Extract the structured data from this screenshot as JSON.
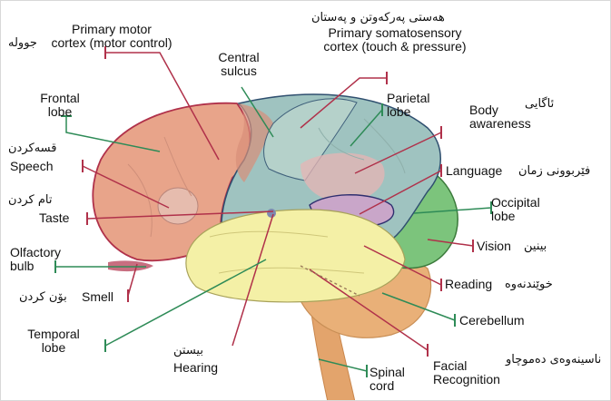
{
  "labels": {
    "primary_motor": "Primary motor",
    "primary_motor_2": "cortex (motor control)",
    "primary_motor_kur": "جوولە",
    "central_sulcus": "Central",
    "central_sulcus_2": "sulcus",
    "somatosensory_kur": "هەستی پەرکەوتن و پەستان",
    "somatosensory": "Primary somatosensory",
    "somatosensory_2": "cortex (touch & pressure)",
    "frontal": "Frontal",
    "frontal_2": "lobe",
    "parietal": "Parietal",
    "parietal_2": "lobe",
    "body": "Body",
    "body_2": "awareness",
    "body_kur": "ئاگایی",
    "speech_kur": "قسەکردن",
    "speech": "Speech",
    "language": "Language",
    "language_kur": "فێربوونی زمان",
    "taste_kur": "تام کردن",
    "taste": "Taste",
    "occipital": "Occipital",
    "occipital_2": "lobe",
    "vision": "Vision",
    "vision_kur": "بینین",
    "olfactory": "Olfactory",
    "olfactory_2": "bulb",
    "reading": "Reading",
    "reading_kur": "خوێندنەوە",
    "smell_kur": "بۆن کردن",
    "smell": "Smell",
    "cerebellum": "Cerebellum",
    "temporal": "Temporal",
    "temporal_2": "lobe",
    "hearing_kur": "بیستن",
    "hearing": "Hearing",
    "spinal": "Spinal",
    "spinal_2": "cord",
    "facial": "Facial",
    "facial_2": "Recognition",
    "facial_kur": "ناسینەوەی دەموچاو"
  },
  "colors": {
    "frontal_lobe": "#e8a48a",
    "parietal_lobe": "#9fc3c0",
    "temporal_lobe": "#f4f0a6",
    "occipital_lobe": "#7cc47c",
    "cerebellum": "#e9b078",
    "spinal_cord": "#e3a46c",
    "leader_red": "#b0314a",
    "leader_green": "#2e8b57"
  }
}
